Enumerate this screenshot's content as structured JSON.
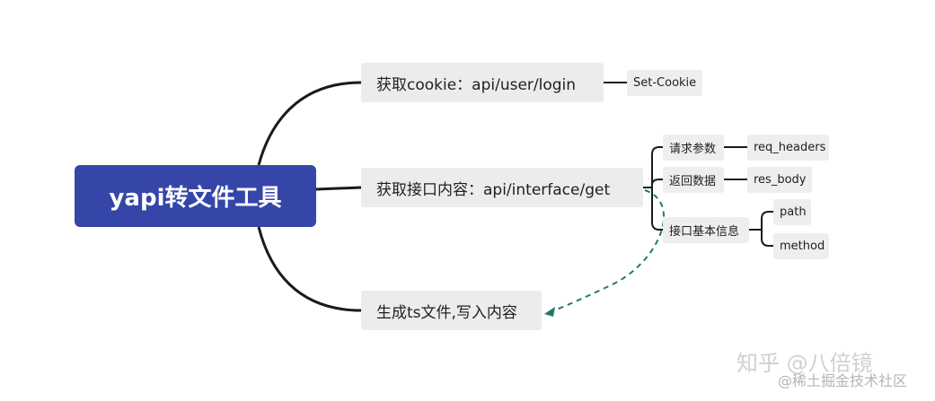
{
  "root": {
    "label": "yapi转文件工具"
  },
  "branches": {
    "cookie": {
      "label": "获取cookie：api/user/login"
    },
    "interface": {
      "label": "获取接口内容：api/interface/get"
    },
    "generate": {
      "label": "生成ts文件,写入内容"
    }
  },
  "leaves": {
    "set_cookie": {
      "label": "Set-Cookie"
    },
    "req_params": {
      "label": "请求参数"
    },
    "req_headers": {
      "label": "req_headers"
    },
    "return_data": {
      "label": "返回数据"
    },
    "res_body": {
      "label": "res_body"
    },
    "basic_info": {
      "label": "接口基本信息"
    },
    "path": {
      "label": "path"
    },
    "method": {
      "label": "method"
    }
  },
  "watermark": {
    "zhihu": "知乎 @八倍镜",
    "juejin": "@稀土掘金技术社区"
  },
  "colors": {
    "root_fill": "#3546a8",
    "node_fill": "#ececec",
    "connector": "#1a1a1a",
    "dashed_arrow": "#1f7a68"
  }
}
